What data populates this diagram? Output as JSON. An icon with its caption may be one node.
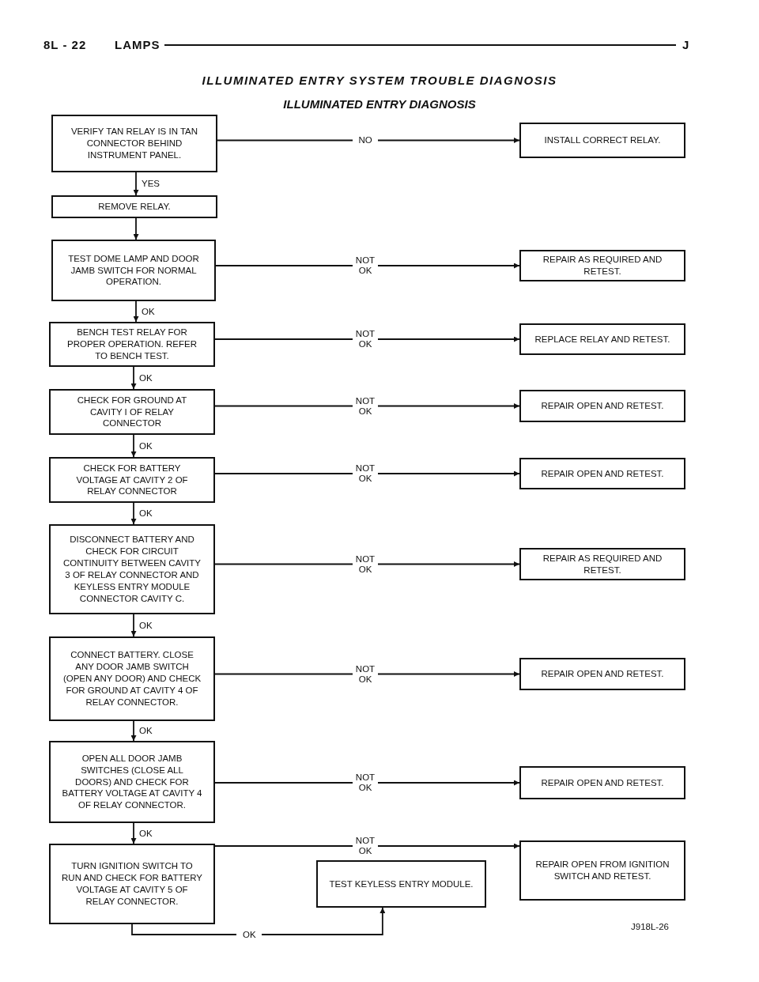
{
  "diagram": {
    "title": "ILLUMINATED ENTRY SYSTEM TROUBLE DIAGNOSIS",
    "nodes": [
      {
        "text": [
          "VERIFY TAN RELAY IS IN TAN CONNECTOR BEHIND INSTRUMENT PANEL."
        ]
      },
      {
        "text": [
          "INSTALL CORRECT RELAY."
        ]
      },
      {
        "text": [
          "REMOVE RELAY."
        ]
      },
      {
        "text": [
          "TEST DOME LAMP AND DOOR JAMB SWITCH FOR NORMAL OPERATION."
        ]
      },
      {
        "text": [
          "REPAIR AS REQUIRED AND RETEST."
        ]
      },
      {
        "text": [
          "BENCH TEST RELAY FOR PROPER OPERATION. REFER TO BENCH TEST."
        ]
      },
      {
        "text": [
          "REPLACE RELAY AND RETEST."
        ]
      },
      {
        "text": [
          "CHECK FOR GROUND AT CAVITY I OF RELAY CONNECTOR"
        ]
      },
      {
        "text": [
          "REPAIR OPEN AND RETEST."
        ]
      },
      {
        "text": [
          "CHECK FOR BATTERY VOLTAGE AT CAVITY 2 OF RELAY CONNECTOR"
        ]
      },
      {
        "text": [
          "REPAIR OPEN AND RETEST."
        ]
      },
      {
        "text": [
          "DISCONNECT BATTERY AND CHECK FOR CIRCUIT CONTINUITY BETWEEN CAVITY 3 OF RELAY CONNECTOR AND KEYLESS ENTRY MODULE CONNECTOR CAVITY C."
        ]
      },
      {
        "text": [
          "REPAIR AS REQUIRED AND RETEST."
        ]
      },
      {
        "text": [
          "CONNECT BATTERY. CLOSE ANY DOOR JAMB SWITCH (OPEN ANY DOOR) AND CHECK FOR GROUND AT CAVITY 4 OF RELAY CONNECTOR."
        ]
      },
      {
        "text": [
          "REPAIR OPEN AND RETEST."
        ]
      },
      {
        "text": [
          "OPEN ALL DOOR JAMB SWITCHES (CLOSE ALL DOORS) AND CHECK FOR BATTERY VOLTAGE AT CAVITY 4 OF RELAY CONNECTOR."
        ]
      },
      {
        "text": [
          "REPAIR OPEN AND RETEST."
        ]
      },
      {
        "text": [
          "TURN IGNITION SWITCH TO RUN AND CHECK FOR BATTERY VOLTAGE AT CAVITY 5 OF RELAY CONNECTOR."
        ]
      },
      {
        "text": [
          "REPAIR OPEN FROM IGNITION SWITCH AND RETEST."
        ]
      },
      {
        "text": [
          "TEST KEYLESS ENTRY MODULE."
        ]
      }
    ],
    "edges": [
      {
        "from": 0,
        "to": 1,
        "arrow": "to",
        "label": "NO"
      },
      {
        "from": 0,
        "to": 2,
        "arrow": "to",
        "label": "YES"
      },
      {
        "from": 2,
        "to": 3,
        "arrow": "to"
      },
      {
        "from": 3,
        "to": 4,
        "arrow": "to",
        "label": "NOT OK"
      },
      {
        "from": 3,
        "to": 5,
        "arrow": "to",
        "label": "OK"
      },
      {
        "from": 5,
        "to": 6,
        "arrow": "to",
        "label": "NOT OK"
      },
      {
        "from": 5,
        "to": 7,
        "arrow": "to",
        "label": "OK"
      },
      {
        "from": 7,
        "to": 8,
        "arrow": "to",
        "label": "NOT OK"
      },
      {
        "from": 7,
        "to": 9,
        "arrow": "to",
        "label": "OK"
      },
      {
        "from": 9,
        "to": 10,
        "arrow": "to",
        "label": "NOT OK"
      },
      {
        "from": 9,
        "to": 11,
        "arrow": "to",
        "label": "OK"
      },
      {
        "from": 11,
        "to": 12,
        "arrow": "to",
        "label": "NOT OK"
      },
      {
        "from": 11,
        "to": 13,
        "arrow": "to",
        "label": "OK"
      },
      {
        "from": 13,
        "to": 14,
        "arrow": "to",
        "label": "NOT OK"
      },
      {
        "from": 13,
        "to": 15,
        "arrow": "to",
        "label": "OK"
      },
      {
        "from": 15,
        "to": 16,
        "arrow": "to",
        "label": "NOT OK"
      },
      {
        "from": 15,
        "to": 17,
        "arrow": "to",
        "label": "OK"
      },
      {
        "from": 17,
        "to": 18,
        "arrow": "to",
        "label": "NOT OK"
      },
      {
        "from": 17,
        "to": 19,
        "arrow": "to",
        "label": "OK"
      }
    ],
    "labels": [
      "8L - 22",
      "LAMPS",
      "J",
      "ILLUMINATED ENTRY DIAGNOSIS",
      "J918L-26"
    ]
  }
}
